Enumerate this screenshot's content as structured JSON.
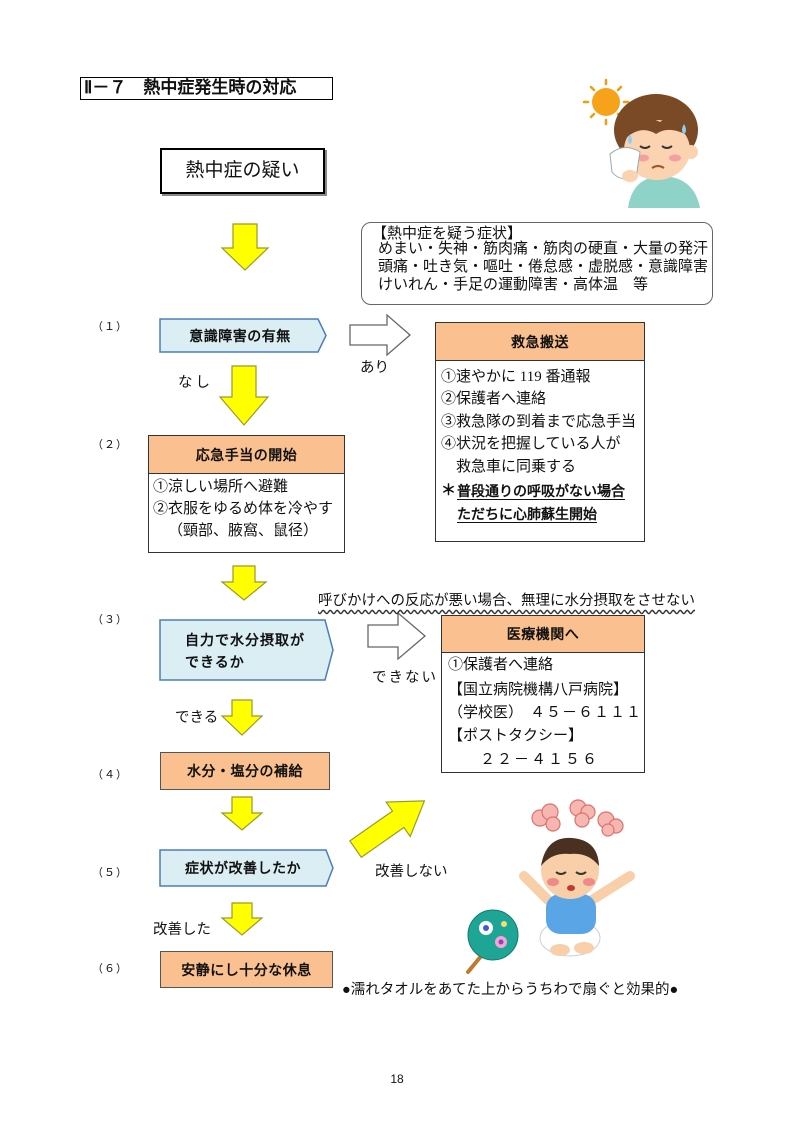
{
  "title": "Ⅱ－７　熱中症発生時の対応",
  "start_box": "熱中症の疑い",
  "symptoms": {
    "heading": "【熱中症を疑う症状】",
    "lines": [
      "めまい・失神・筋肉痛・筋肉の硬直・大量の発汗",
      "頭痛・吐き気・嘔吐・倦怠感・虚脱感・意識障害",
      "けいれん・手足の運動障害・高体温　等"
    ]
  },
  "steps": [
    {
      "number": "（１）",
      "label": "意識障害の有無"
    },
    {
      "number": "（２）",
      "label": "応急手当の開始",
      "items": [
        "①涼しい場所へ避難",
        "②衣服をゆるめ体を冷やす",
        "（頸部、腋窩、鼠径）"
      ]
    },
    {
      "number": "（３）",
      "label_lines": [
        "自力で水分摂取が",
        "できるか"
      ]
    },
    {
      "number": "（４）",
      "label": "水分・塩分の補給"
    },
    {
      "number": "（５）",
      "label": "症状が改善したか"
    },
    {
      "number": "（６）",
      "label": "安静にし十分な休息"
    }
  ],
  "branches": {
    "yes": "あり",
    "no": "なし",
    "cannot": "できない",
    "can": "できる",
    "not_improved": "改善しない",
    "improved": "改善した"
  },
  "emergency": {
    "heading": "救急搬送",
    "items": [
      "①速やかに 119 番通報",
      "②保護者へ連絡",
      "③救急隊の到着まで応急手当",
      "④状況を把握している人が",
      "救急車に同乗する"
    ],
    "note_mark": "＊",
    "note_lines": [
      "普段通りの呼吸がない場合",
      "ただちに心肺蘇生開始"
    ]
  },
  "warning": "呼びかけへの反応が悪い場合、無理に水分摂取をさせない",
  "medical": {
    "heading": "医療機関へ",
    "items": [
      "①保護者へ連絡",
      "【国立病院機構八戸病院】"
    ],
    "school_doctor_label": "（学校医）",
    "school_doctor_tel": "４５－６１１１",
    "taxi_label": "【ポストタクシー】",
    "taxi_tel": "２２－４１５６"
  },
  "tip": "●濡れタオルをあてた上からうちわで扇ぐと効果的●",
  "page_number": "18",
  "colors": {
    "arrow_yellow": "#ffff00",
    "decision_box": "#daeef3",
    "decision_border": "#4a7ebb",
    "header_orange": "#fac08f"
  },
  "illustrations": [
    "boy-with-sun-icon",
    "overheated-baby-icon",
    "uchiwa-fan-icon"
  ]
}
